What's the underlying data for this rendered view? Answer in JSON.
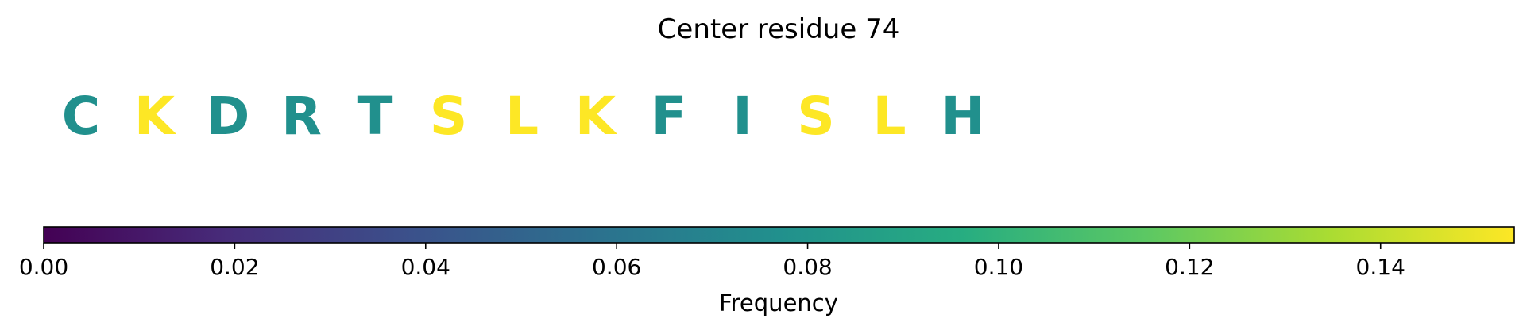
{
  "chart_data": {
    "type": "heatmap",
    "title": "Center residue 74",
    "sequence": [
      {
        "residue": "C",
        "frequency": 0.077
      },
      {
        "residue": "K",
        "frequency": 0.154
      },
      {
        "residue": "D",
        "frequency": 0.077
      },
      {
        "residue": "R",
        "frequency": 0.077
      },
      {
        "residue": "T",
        "frequency": 0.077
      },
      {
        "residue": "S",
        "frequency": 0.154
      },
      {
        "residue": "L",
        "frequency": 0.154
      },
      {
        "residue": "K",
        "frequency": 0.154
      },
      {
        "residue": "F",
        "frequency": 0.077
      },
      {
        "residue": "I",
        "frequency": 0.077
      },
      {
        "residue": "S",
        "frequency": 0.154
      },
      {
        "residue": "L",
        "frequency": 0.154
      },
      {
        "residue": "H",
        "frequency": 0.077
      }
    ],
    "colorbar": {
      "label": "Frequency",
      "colormap": "viridis",
      "range": [
        0,
        0.154
      ],
      "ticks": [
        0.0,
        0.02,
        0.04,
        0.06,
        0.08,
        0.1,
        0.12,
        0.14
      ],
      "tick_labels": [
        "0.00",
        "0.02",
        "0.04",
        "0.06",
        "0.08",
        "0.10",
        "0.12",
        "0.14"
      ],
      "orientation": "horizontal"
    }
  }
}
